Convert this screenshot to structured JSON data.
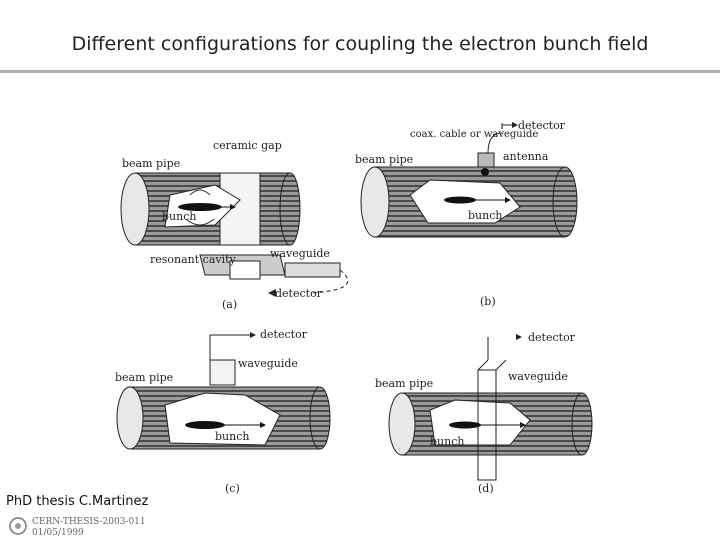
{
  "slide": {
    "title": "Different configurations for coupling the electron bunch field",
    "footer": "PhD thesis C.Martinez"
  },
  "stamp": {
    "line1": "CERN-THESIS-2003-011",
    "line2": "01/05/1999"
  },
  "diagrams": {
    "a": {
      "caption": "(a)",
      "labels": {
        "beam_pipe": "beam pipe",
        "gap": "ceramic gap",
        "bunch": "bunch",
        "cavity": "resonant cavity",
        "waveguide": "waveguide",
        "detector": "detector"
      }
    },
    "b": {
      "caption": "(b)",
      "labels": {
        "beam_pipe": "beam pipe",
        "coax": "coax. cable or waveguide",
        "detector": "detector",
        "antenna": "antenna",
        "bunch": "bunch"
      }
    },
    "c": {
      "caption": "(c)",
      "labels": {
        "beam_pipe": "beam pipe",
        "waveguide": "waveguide",
        "detector": "detector",
        "bunch": "bunch"
      }
    },
    "d": {
      "caption": "(d)",
      "labels": {
        "beam_pipe": "beam pipe",
        "waveguide": "waveguide",
        "detector": "detector",
        "bunch": "bunch"
      }
    }
  }
}
